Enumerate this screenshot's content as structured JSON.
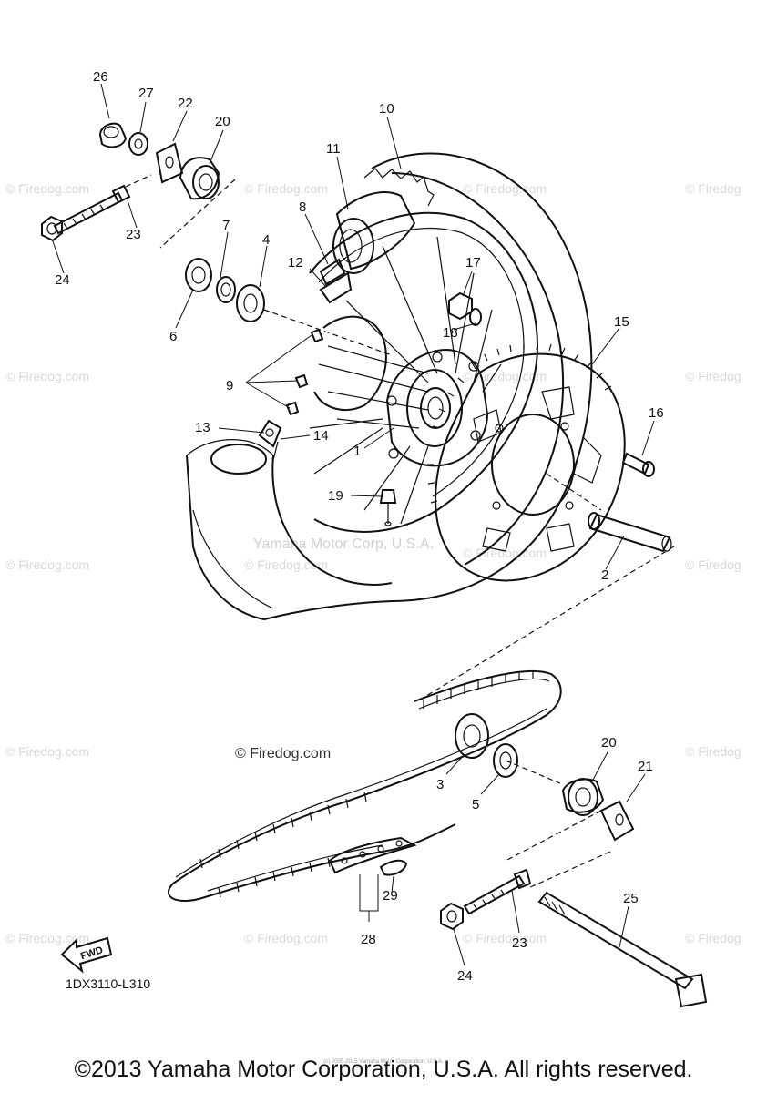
{
  "watermark": {
    "short": "© Firedog",
    "long": "© Firedog.com",
    "feature": "© Firedog.com",
    "corp": "Yamaha Motor Corp, U.S.A."
  },
  "diagram_code": "1DX3110-L310",
  "fwd_label": "FWD",
  "copyright": "©2013 Yamaha Motor Corporation, U.S.A. All rights reserved.",
  "fine_print": "(c) 2005-2015 Yamaha Motor Corporation, U.S.A.",
  "callouts": [
    "1",
    "2",
    "3",
    "4",
    "5",
    "6",
    "7",
    "8",
    "9",
    "10",
    "11",
    "12",
    "13",
    "14",
    "15",
    "16",
    "17",
    "18",
    "19",
    "20",
    "20",
    "21",
    "22",
    "23",
    "23",
    "24",
    "24",
    "25",
    "26",
    "27",
    "28",
    "29"
  ]
}
